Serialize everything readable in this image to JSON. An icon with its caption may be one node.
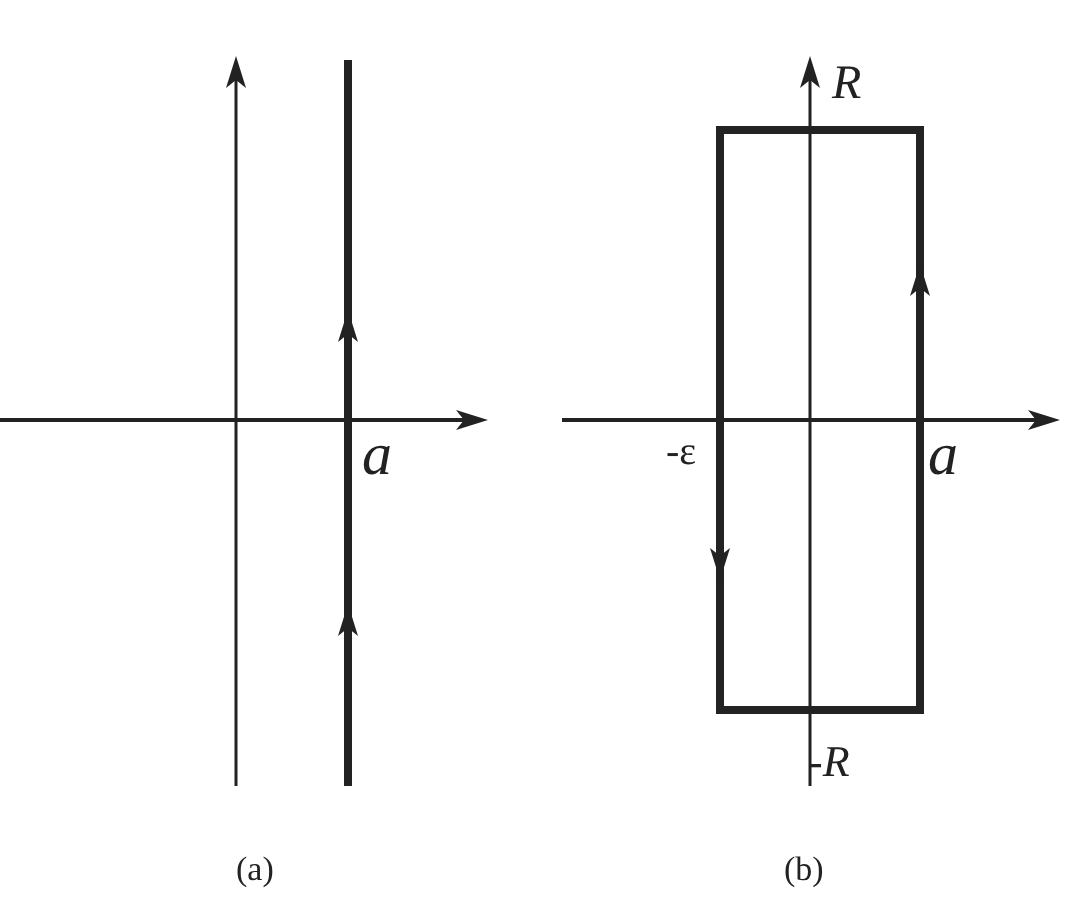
{
  "diagram": {
    "labels": [
      "a",
      "(a)",
      "R",
      "-ε",
      "a",
      "-R",
      "(b)"
    ]
  }
}
